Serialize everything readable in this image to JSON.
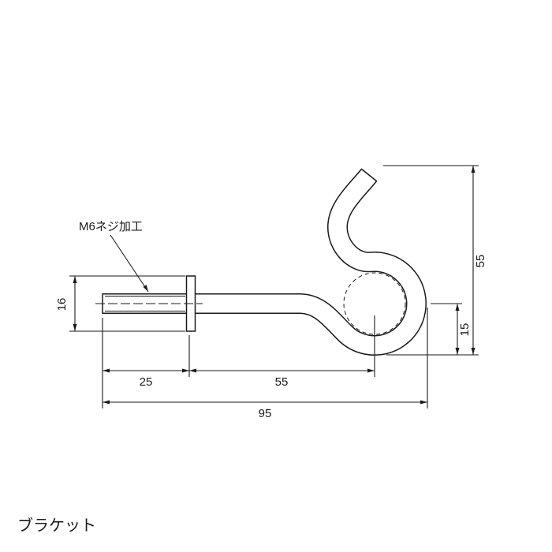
{
  "page": {
    "title": "ブラケット"
  },
  "drawing": {
    "leader_label": "M6ネジ加工",
    "dims": {
      "flange_od": "16",
      "thread_len": "25",
      "flange_to_center": "55",
      "overall_len": "95",
      "center_to_tip_height": "55",
      "center_to_bottom": "15"
    },
    "line_color": "#1a1a1a"
  }
}
